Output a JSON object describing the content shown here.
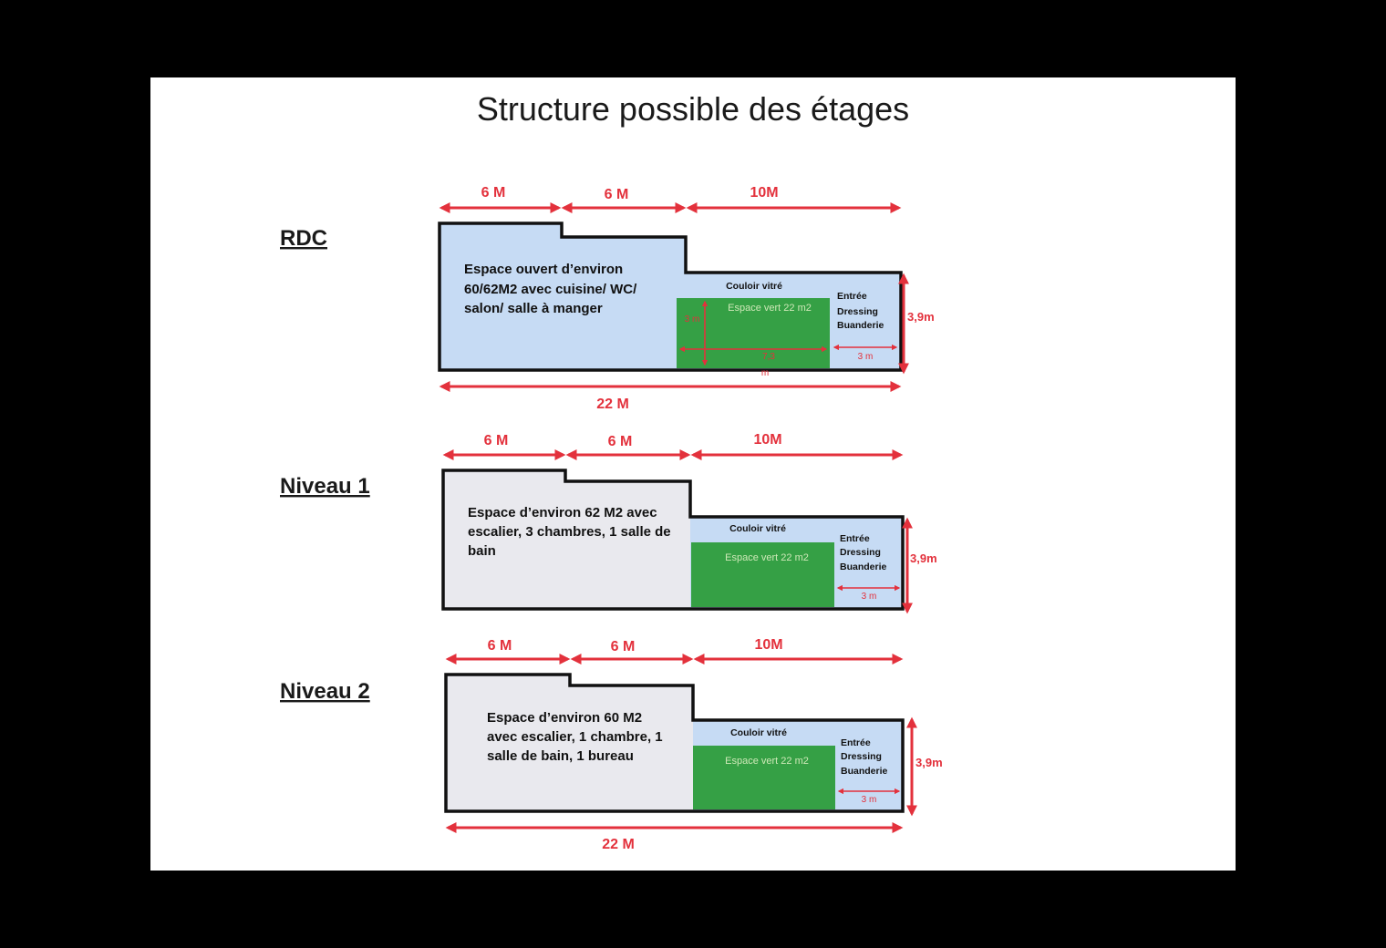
{
  "slide": {
    "title": "Structure possible des étages"
  },
  "floors": [
    {
      "label": "RDC",
      "top_dims": [
        "6 M",
        "6 M",
        "10M"
      ],
      "height_dim": "3,9m",
      "total_dim": "22 M",
      "main_space": [
        "Espace ouvert d’environ",
        "60/62M2  avec cuisine/ WC/",
        "salon/ salle à manger"
      ],
      "corridor": "Couloir vitré",
      "garden": "Espace vert 22 m2",
      "garden_height_dim": "3 m",
      "garden_width_dim": [
        "7,3",
        "m"
      ],
      "annex": [
        "Entrée",
        "Dressing",
        "Buanderie"
      ],
      "annex_width_dim": "3 m"
    },
    {
      "label": "Niveau 1",
      "top_dims": [
        "6 M",
        "6 M",
        "10M"
      ],
      "height_dim": "3,9m",
      "main_space": [
        "Espace d’environ 62 M2 avec",
        "escalier, 3 chambres, 1 salle de",
        "bain"
      ],
      "corridor": "Couloir vitré",
      "garden": "Espace vert 22 m2",
      "annex": [
        "Entrée",
        "Dressing",
        "Buanderie"
      ],
      "annex_width_dim": "3 m"
    },
    {
      "label": "Niveau 2",
      "top_dims": [
        "6 M",
        "6 M",
        "10M"
      ],
      "height_dim": "3,9m",
      "total_dim": "22 M",
      "main_space": [
        "Espace d’environ 60 M2",
        "avec escalier, 1 chambre, 1",
        "salle de bain, 1 bureau"
      ],
      "corridor": "Couloir vitré",
      "garden": "Espace vert 22 m2",
      "annex": [
        "Entrée",
        "Dressing",
        "Buanderie"
      ],
      "annex_width_dim": "3 m"
    }
  ],
  "colors": {
    "page_background": "#000000",
    "slide_background": "#ffffff",
    "open_space_fill": "#c6dbf4",
    "upper_floor_fill": "#e9e9ee",
    "garden_fill": "#35a045",
    "dimension_red": "#e3313c",
    "outline": "#111111"
  }
}
